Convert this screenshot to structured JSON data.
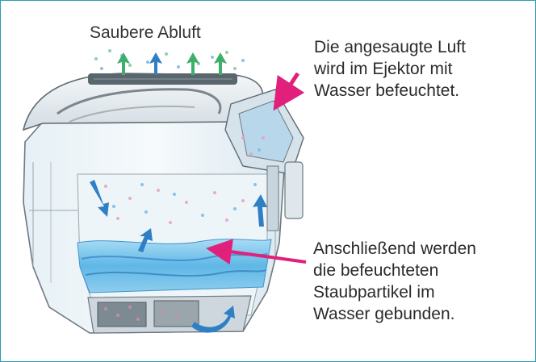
{
  "labels": {
    "title": "Saubere Abluft",
    "note1": [
      "Die angesaugte Luft",
      "wird im Ejektor mit",
      "Wasser befeuchtet."
    ],
    "note2": [
      "Anschließend werden",
      "die befeuchteten",
      "Staubpartikel im",
      "Wasser gebunden."
    ]
  },
  "colors": {
    "frame": "#2a9fb5",
    "arrow_pink": "#e0207a",
    "water": "#5fb7e6",
    "arrow_blue": "#2f7fc4",
    "arrow_green": "#3fae6a",
    "text": "#2b2b2b"
  }
}
